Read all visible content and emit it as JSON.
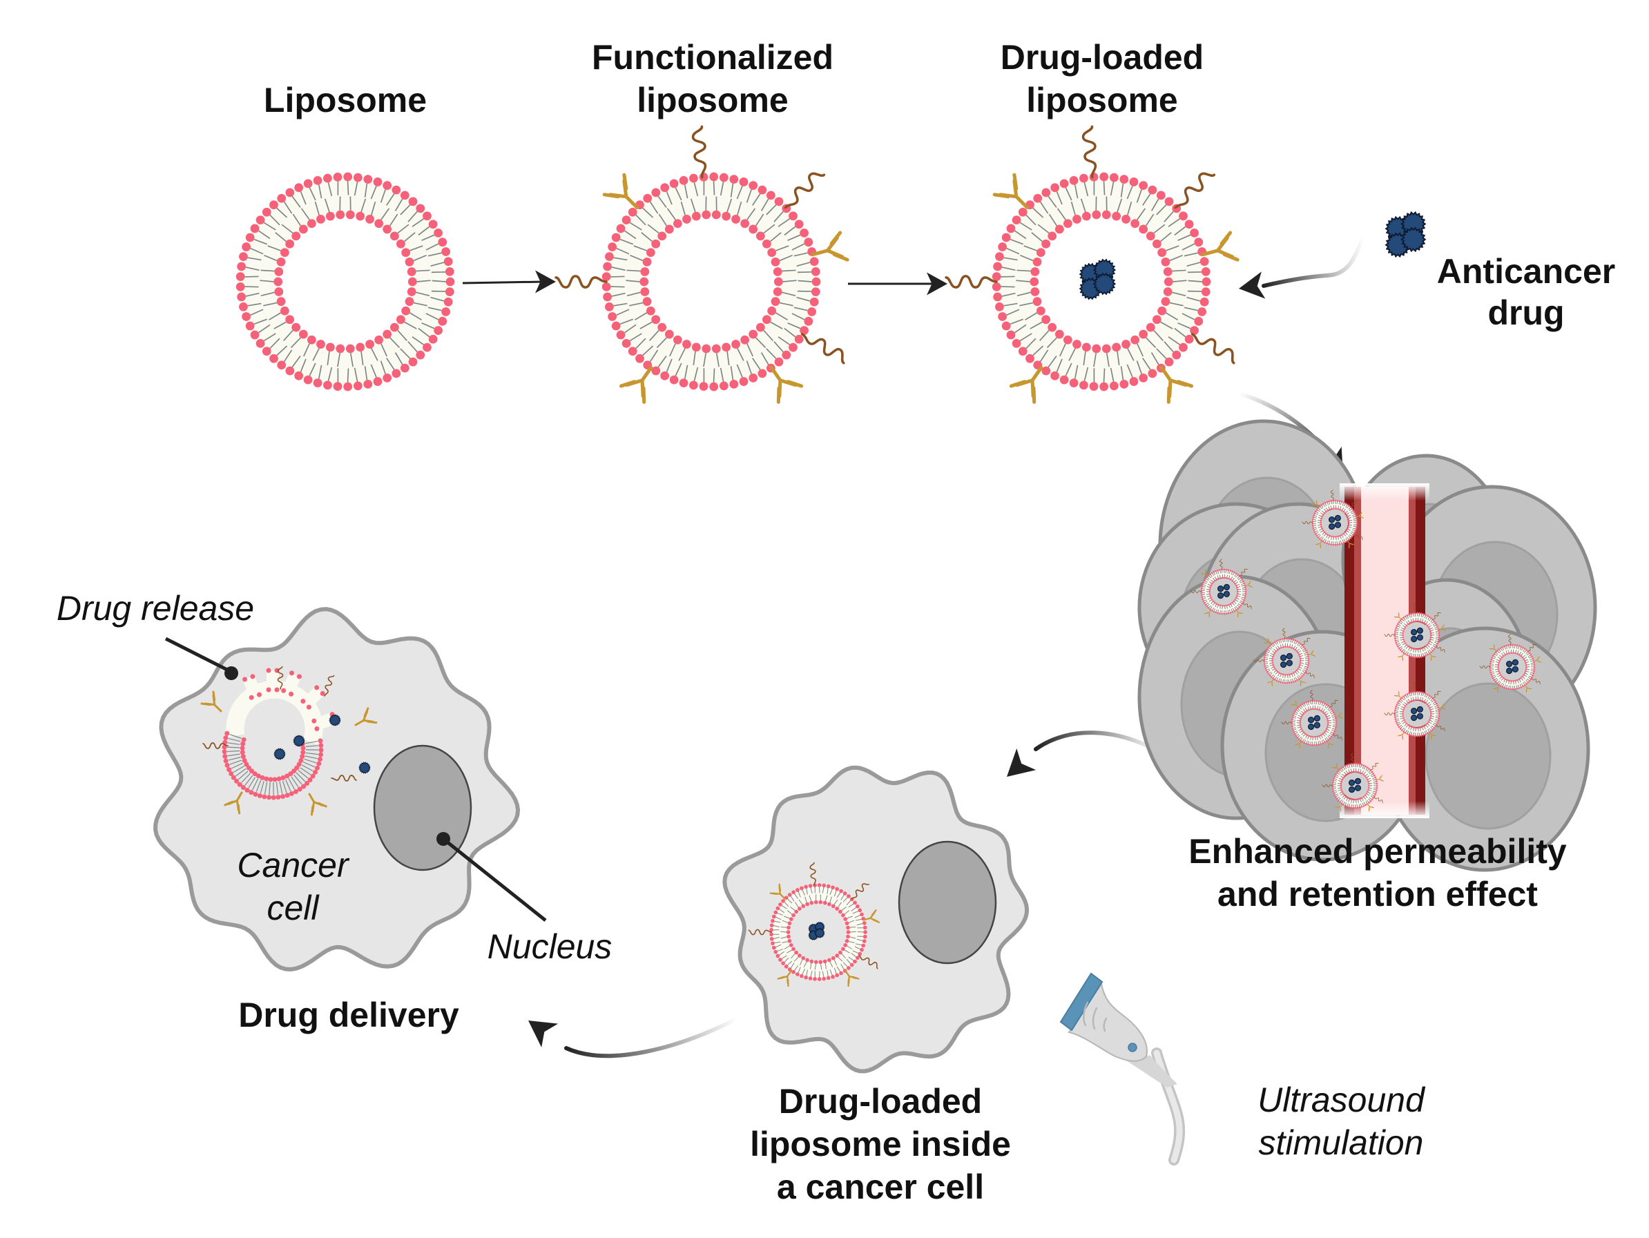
{
  "figure": {
    "title": "Liposome-based anticancer drug delivery with ultrasound stimulation",
    "colors": {
      "lipid_head": "#f6617a",
      "lipid_tail": "#7c8585",
      "bilayer_fill": "#fbfaf0",
      "antibody": "#c8962e",
      "peptide": "#8a5220",
      "drug": "#234a78",
      "drug_outline": "#0f1a33",
      "cell_fill": "#e6e6e6",
      "cell_outline": "#9a9a9a",
      "nucleus": "#a8a8a8",
      "tumor_cell": "#c3c3c3",
      "tumor_nucleus": "#adadad",
      "vessel_wall": "#7e1616",
      "vessel_wall_light": "#b84a4a",
      "vessel_lumen": "#fde0e0",
      "probe_head": "#5a93b8",
      "probe_body": "#dcdcdc",
      "arrow": "#222222"
    }
  },
  "stages": [
    {
      "id": "liposome",
      "label_lines": [
        "Liposome"
      ]
    },
    {
      "id": "functionalized",
      "label_lines": [
        "Functionalized",
        "liposome"
      ]
    },
    {
      "id": "drug_loaded",
      "label_lines": [
        "Drug-loaded",
        "liposome"
      ]
    }
  ],
  "anticancer_drug": {
    "label_lines": [
      "Anticancer",
      "drug"
    ]
  },
  "epr": {
    "label_lines": [
      "Enhanced permeability",
      "and retention effect"
    ]
  },
  "inside_cell": {
    "label_lines": [
      "Drug-loaded",
      "liposome inside",
      "a cancer cell"
    ]
  },
  "ultrasound": {
    "label_lines": [
      "Ultrasound",
      "stimulation"
    ]
  },
  "delivery": {
    "label": "Drug delivery",
    "drug_release_label": "Drug release",
    "cancer_cell_label_lines": [
      "Cancer",
      "cell"
    ],
    "nucleus_label": "Nucleus"
  }
}
